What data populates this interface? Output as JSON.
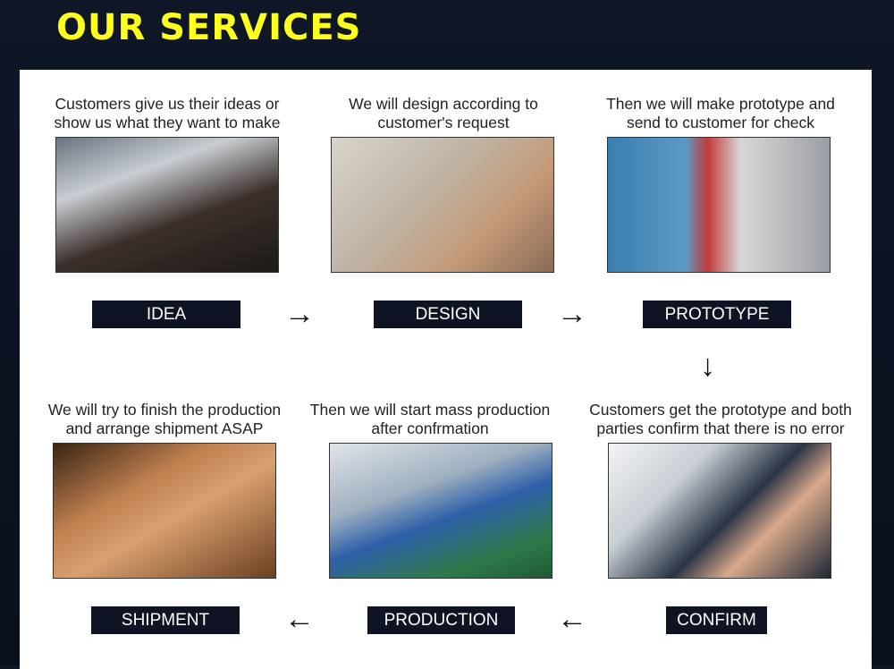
{
  "title": "OUR SERVICES",
  "steps": [
    {
      "caption1": "Customers give us their ideas or",
      "caption2": "show us what they want to make",
      "label": "IDEA",
      "image": "meeting-room-photo"
    },
    {
      "caption1": "We will design according to",
      "caption2": "customer's request",
      "label": "DESIGN",
      "image": "hand-sketching-photo"
    },
    {
      "caption1": "Then we will make prototype and",
      "caption2": "send to customer for check",
      "label": "PROTOTYPE",
      "image": "prototype-lab-photo"
    },
    {
      "caption1": "Customers get the prototype and both",
      "caption2": "parties confirm that there is no error",
      "label": "CONFIRM",
      "image": "handshake-photo"
    },
    {
      "caption1": "Then we will start mass production",
      "caption2": "after confrmation",
      "label": "PRODUCTION",
      "image": "factory-floor-photo"
    },
    {
      "caption1": "We will try to finish the production",
      "caption2": "and arrange shipment ASAP",
      "label": "SHIPMENT",
      "image": "warehouse-photo"
    }
  ],
  "arrows": {
    "right": "→",
    "down": "↓",
    "left": "←"
  }
}
